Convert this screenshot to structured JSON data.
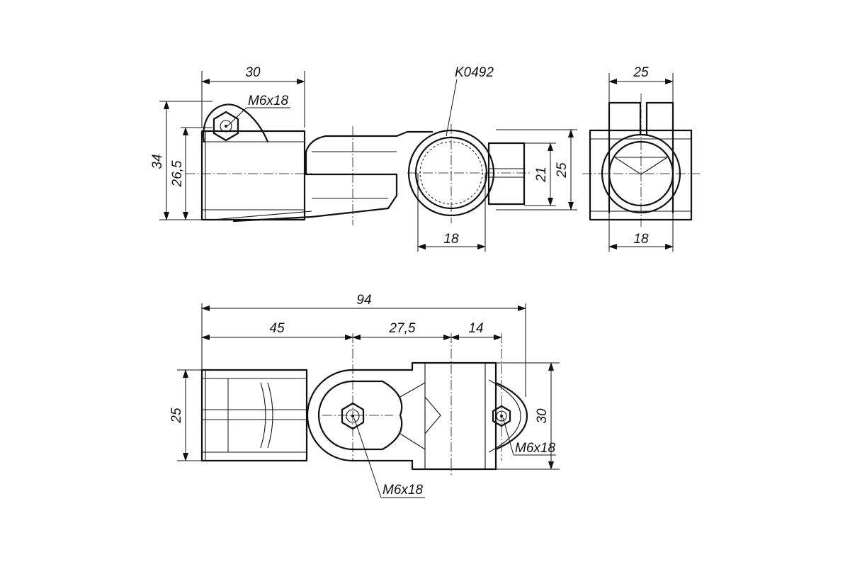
{
  "part_code": "K0492",
  "thread_label": "M6x18",
  "top_view": {
    "dim_width": "30",
    "dim_height_total": "34",
    "dim_height_axis": "26,5",
    "dim_bore_width": "18",
    "dim_clamp_gap": "21",
    "dim_clamp_height": "25"
  },
  "side_view": {
    "dim_width": "25",
    "dim_bore_width": "18"
  },
  "plan_view": {
    "dim_overall": "94",
    "dim_left": "45",
    "dim_middle": "27,5",
    "dim_right": "14",
    "dim_left_height": "25",
    "dim_right_height": "30"
  },
  "colors": {
    "line": "#111111",
    "background": "#ffffff"
  }
}
